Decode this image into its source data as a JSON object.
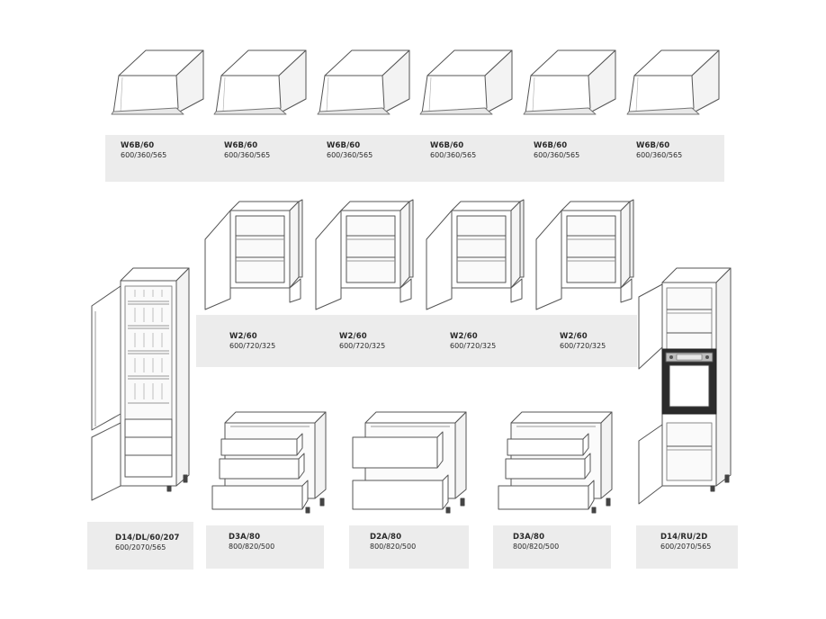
{
  "wall_cabinets_top": [
    {
      "code": "W6B/60",
      "dims": "600/360/565"
    },
    {
      "code": "W6B/60",
      "dims": "600/360/565"
    },
    {
      "code": "W6B/60",
      "dims": "600/360/565"
    },
    {
      "code": "W6B/60",
      "dims": "600/360/565"
    },
    {
      "code": "W6B/60",
      "dims": "600/360/565"
    },
    {
      "code": "W6B/60",
      "dims": "600/360/565"
    }
  ],
  "wall_cabinets_middle": [
    {
      "code": "W2/60",
      "dims": "600/720/325"
    },
    {
      "code": "W2/60",
      "dims": "600/720/325"
    },
    {
      "code": "W2/60",
      "dims": "600/720/325"
    },
    {
      "code": "W2/60",
      "dims": "600/720/325"
    }
  ],
  "floor_units": [
    {
      "code": "D14/DL/60/207",
      "dims": "600/2070/565"
    },
    {
      "code": "D3A/80",
      "dims": "800/820/500"
    },
    {
      "code": "D2A/80",
      "dims": "800/820/500"
    },
    {
      "code": "D3A/80",
      "dims": "800/820/500"
    },
    {
      "code": "D14/RU/2D",
      "dims": "600/2070/565"
    }
  ]
}
